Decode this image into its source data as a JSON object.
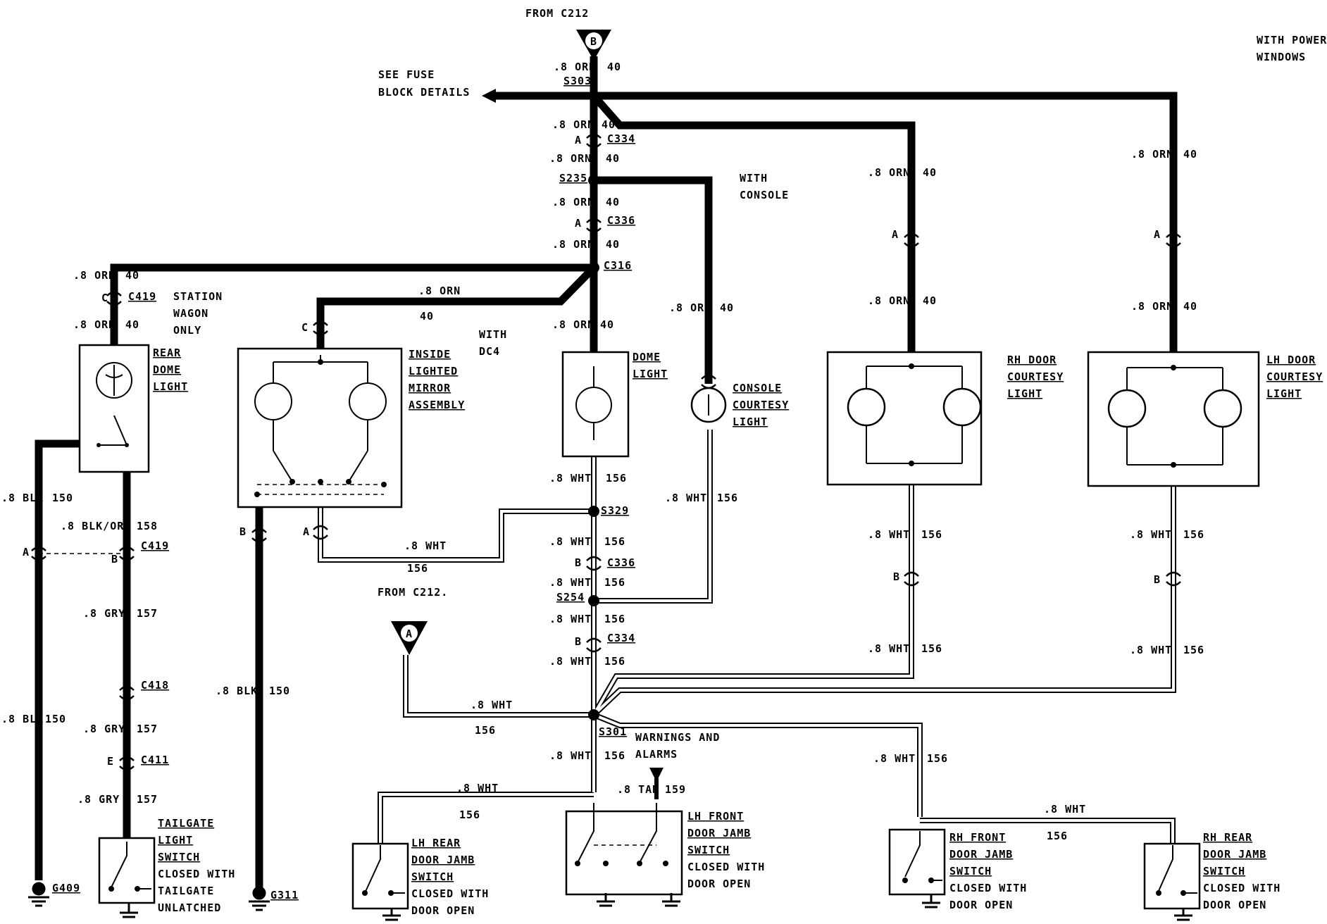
{
  "header": {
    "from_c212_top": "FROM C212",
    "connector_b": "B",
    "connector_a": "A",
    "with_power_windows_1": "WITH POWER",
    "with_power_windows_2": "WINDOWS",
    "see_fuse_1": "SEE FUSE",
    "see_fuse_2": "BLOCK DETAILS",
    "with_console_1": "WITH",
    "with_console_2": "CONSOLE",
    "with_dc4_1": "WITH",
    "with_dc4_2": "DC4",
    "station_wagon_1": "STATION",
    "station_wagon_2": "WAGON",
    "station_wagon_3": "ONLY",
    "from_c212_mid": "FROM C212.",
    "warnings_1": "WARNINGS AND",
    "warnings_2": "ALARMS"
  },
  "splices": {
    "s303": "S303",
    "s235": "S235",
    "s316": "C316",
    "s329": "S329",
    "s254": "S254",
    "s301": "S301"
  },
  "connectors": {
    "c334": "C334",
    "c336": "C336",
    "c419": "C419",
    "c418": "C418",
    "c411": "C411",
    "a": "A",
    "b": "B",
    "c": "C",
    "e": "E"
  },
  "wires": {
    "orn": ".8 ORN",
    "orn_ckt": "40",
    "wht": ".8 WHT",
    "wht_ckt": "156",
    "blk": ".8 BLK",
    "blk_ckt": "150",
    "blk_orn": ".8 BLK/ORN",
    "blk_orn_ckt": "158",
    "gry": ".8 GRY",
    "gry_ckt": "157",
    "tan": ".8 TAN",
    "tan_ckt": "159"
  },
  "components": {
    "rear_dome": [
      "REAR",
      "DOME",
      "LIGHT"
    ],
    "mirror": [
      "INSIDE",
      "LIGHTED",
      "MIRROR",
      "ASSEMBLY"
    ],
    "dome": [
      "DOME",
      "LIGHT"
    ],
    "console": [
      "CONSOLE",
      "COURTESY",
      "LIGHT"
    ],
    "rh_door": [
      "RH DOOR",
      "COURTESY",
      "LIGHT"
    ],
    "lh_door": [
      "LH DOOR",
      "COURTESY",
      "LIGHT"
    ],
    "tailgate": [
      "TAILGATE",
      "LIGHT",
      "SWITCH",
      "CLOSED WITH",
      "TAILGATE",
      "UNLATCHED"
    ],
    "lh_rear_jamb": [
      "LH REAR",
      "DOOR JAMB",
      "SWITCH",
      "CLOSED WITH",
      "DOOR OPEN"
    ],
    "lh_front_jamb": [
      "LH FRONT",
      "DOOR JAMB",
      "SWITCH",
      "CLOSED WITH",
      "DOOR OPEN"
    ],
    "rh_front_jamb": [
      "RH FRONT",
      "DOOR JAMB",
      "SWITCH",
      "CLOSED WITH",
      "DOOR OPEN"
    ],
    "rh_rear_jamb": [
      "RH REAR",
      "DOOR JAMB",
      "SWITCH",
      "CLOSED WITH",
      "DOOR OPEN"
    ]
  },
  "grounds": {
    "g409": "G409",
    "g311": "G311"
  }
}
